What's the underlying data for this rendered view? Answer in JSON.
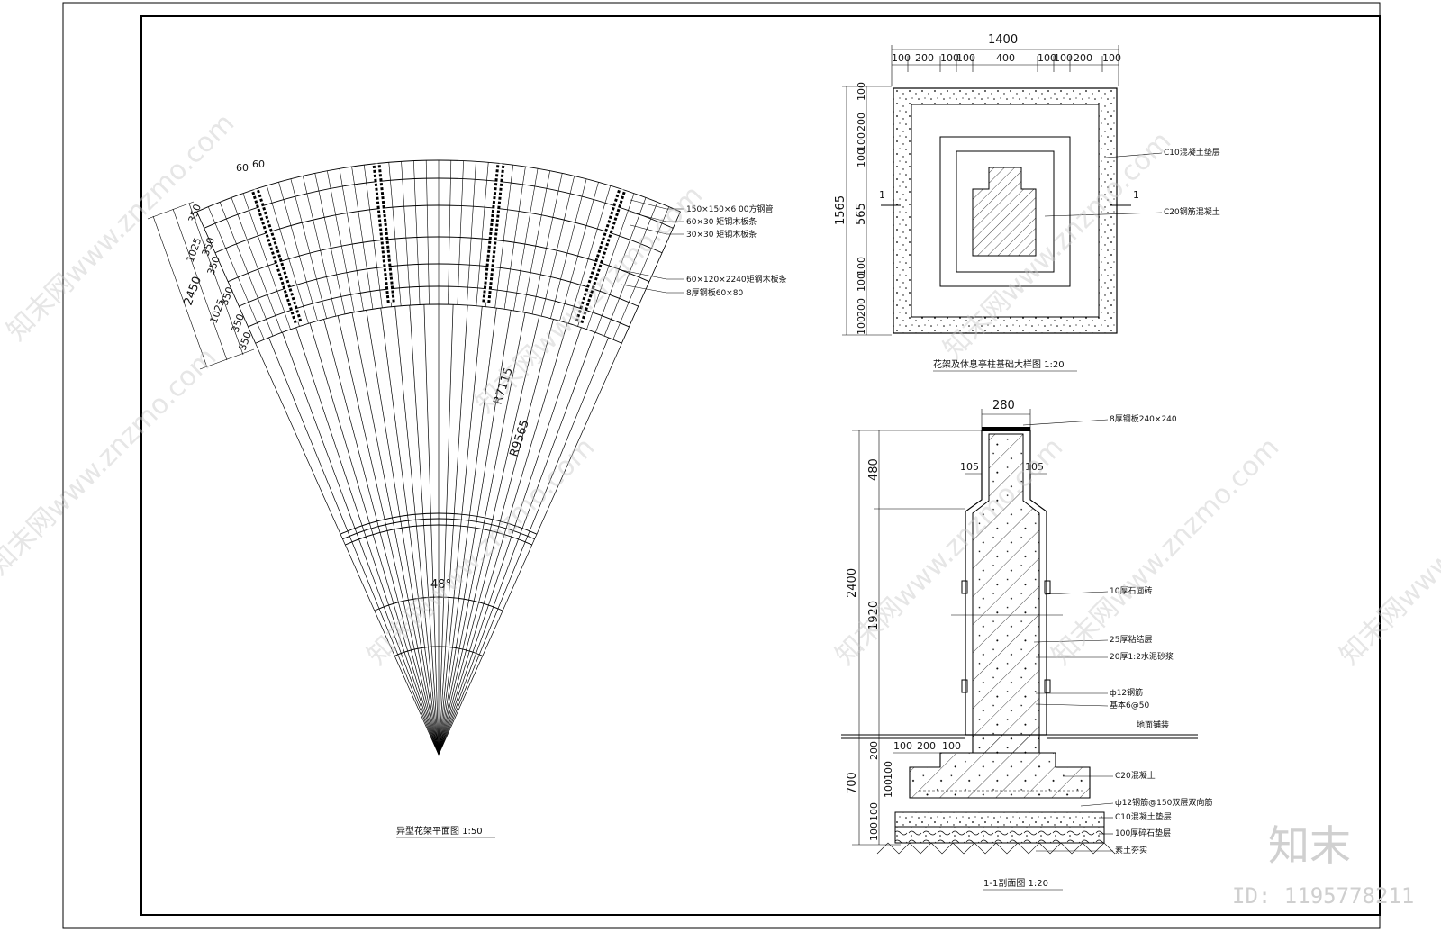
{
  "views": {
    "fan_plan": {
      "title": "异型花架平面图 1:50",
      "dims": {
        "top_60a": "60",
        "top_60b": "60",
        "side_total": "2450",
        "side_1025a": "1025",
        "side_1025b": "1025",
        "side_350_list": [
          "350",
          "350",
          "350",
          "350",
          "350",
          "350"
        ],
        "radius_inner": "R7115",
        "radius_outer": "R9565",
        "angle": "48°"
      },
      "notes": [
        "150×150×6 00方钢管",
        "60×30 矩钢木板条",
        "30×30 矩钢木板条",
        "60×120×2240矩钢木板条",
        "8厚钢板60×80"
      ]
    },
    "base_plan": {
      "title": "花架及休息亭柱基础大样图 1:20",
      "dims": {
        "top_total": "1400",
        "top_parts": [
          "100",
          "200",
          "100",
          "100",
          "400",
          "100",
          "100",
          "200",
          "100"
        ],
        "side_total": "1565",
        "side_565": "565",
        "side_parts_top": [
          "100",
          "200",
          "100",
          "100"
        ],
        "side_parts_bottom": [
          "100",
          "100",
          "200",
          "100"
        ],
        "section_mark": "1"
      },
      "notes": [
        "C10混凝土垫层",
        "C20钢筋混凝土"
      ]
    },
    "section": {
      "title": "1-1剖面图 1:20",
      "dims": {
        "top_280": "280",
        "w105a": "105",
        "w105b": "105",
        "h480": "480",
        "h2400": "2400",
        "h1920": "1920",
        "h700": "700",
        "h200": "200",
        "h100a": "100",
        "h100b": "100",
        "h100c": "100",
        "h100d": "100",
        "bottom_parts": [
          "100",
          "200",
          "100"
        ]
      },
      "notes": [
        "8厚钢板240×240",
        "10厚石面砖",
        "25厚粘结层",
        "20厚1:2水泥砂浆",
        "ф12钢筋",
        "基本6@50",
        "地面铺装",
        "C20混凝土",
        "ф12钢筋@150双层双向筋",
        "C10混凝土垫层",
        "100厚碎石垫层",
        "素土夯实"
      ]
    }
  },
  "watermarks": {
    "tiles": [
      "知末网www.znzmo.com",
      "知末网www.znzmo.com",
      "知末网www.znzmo.com",
      "知末网www.znzmo.com",
      "知末网www.znzmo.com",
      "知末网www.znzmo.com",
      "知末网www.znzmo.com",
      "知末网www.znzmo.com"
    ],
    "brand": "知末",
    "id": "ID: 1195778211"
  }
}
